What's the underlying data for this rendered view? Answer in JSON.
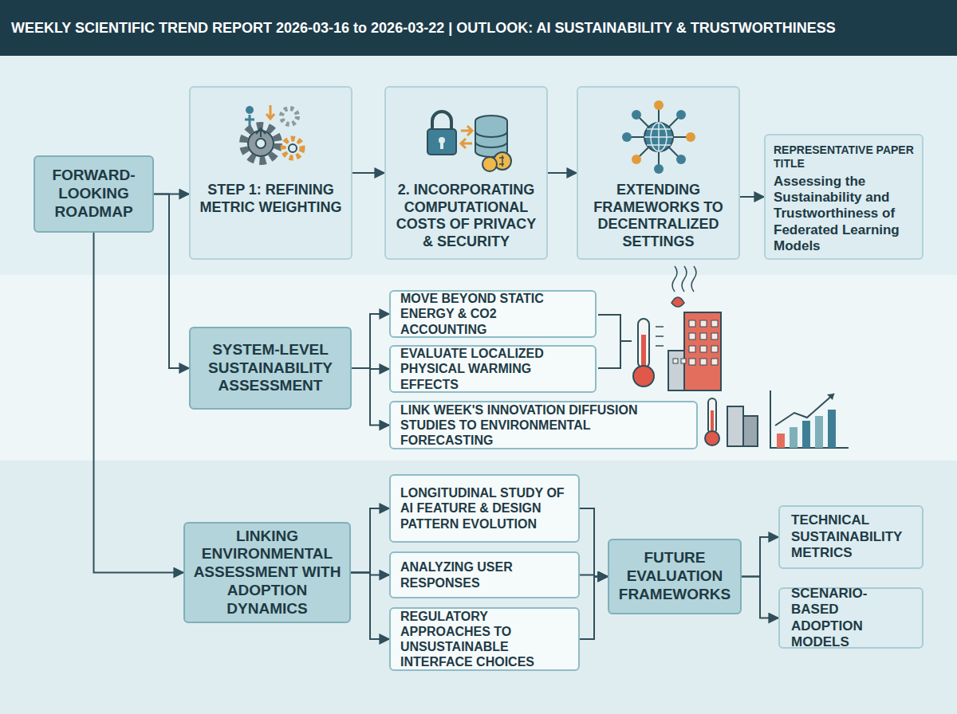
{
  "diagram": {
    "title": "WEEKLY SCIENTIFIC TREND REPORT 2026-03-16 to 2026-03-22 | OUTLOOK: AI SUSTAINABILITY & TRUSTWORTHINESS",
    "nodes": [
      {
        "text": [
          "FORWARD-LOOKING ROADMAP"
        ]
      },
      {
        "text": [
          "STEP 1: REFINING METRIC WEIGHTING"
        ]
      },
      {
        "text": [
          "2. INCORPORATING COMPUTATIONAL COSTS OF PRIVACY & SECURITY"
        ]
      },
      {
        "text": [
          "EXTENDING FRAMEWORKS TO DECENTRALIZED SETTINGS"
        ]
      },
      {
        "text": [
          "REPRESENTATIVE PAPER TITLE",
          "Assessing the Sustainability and Trustworthiness of Federated Learning Models"
        ]
      },
      {
        "text": [
          "SYSTEM-LEVEL SUSTAINABILITY ASSESSMENT"
        ]
      },
      {
        "text": [
          "MOVE BEYOND STATIC ENERGY & CO2 ACCOUNTING"
        ]
      },
      {
        "text": [
          "EVALUATE LOCALIZED PHYSICAL WARMING EFFECTS"
        ]
      },
      {
        "text": [
          "LINK WEEK'S INNOVATION DIFFUSION STUDIES TO ENVIRONMENTAL FORECASTING"
        ]
      },
      {
        "text": [
          "LINKING ENVIRONMENTAL ASSESSMENT WITH ADOPTION DYNAMICS"
        ]
      },
      {
        "text": [
          "LONGITUDINAL STUDY OF AI FEATURE & DESIGN PATTERN EVOLUTION"
        ]
      },
      {
        "text": [
          "ANALYZING USER RESPONSES"
        ]
      },
      {
        "text": [
          "REGULATORY APPROACHES TO UNSUSTAINABLE INTERFACE CHOICES"
        ]
      },
      {
        "text": [
          "FUTURE EVALUATION FRAMEWORKS"
        ]
      },
      {
        "text": [
          "TECHNICAL SUSTAINABILITY METRICS"
        ]
      },
      {
        "text": [
          "SCENARIO-BASED ADOPTION MODELS"
        ]
      }
    ],
    "edges": [
      {
        "from": 0,
        "to": 1,
        "arrow": "to"
      },
      {
        "from": 1,
        "to": 2,
        "arrow": "to"
      },
      {
        "from": 2,
        "to": 3,
        "arrow": "to"
      },
      {
        "from": 3,
        "to": 4,
        "arrow": "to"
      },
      {
        "from": 0,
        "to": 5,
        "arrow": "to"
      },
      {
        "from": 0,
        "to": 9,
        "arrow": "to"
      },
      {
        "from": 5,
        "to": 6,
        "arrow": "to"
      },
      {
        "from": 5,
        "to": 7,
        "arrow": "to"
      },
      {
        "from": 5,
        "to": 8,
        "arrow": "to"
      },
      {
        "from": 9,
        "to": 10,
        "arrow": "to"
      },
      {
        "from": 9,
        "to": 11,
        "arrow": "to"
      },
      {
        "from": 9,
        "to": 12,
        "arrow": "to"
      },
      {
        "from": 10,
        "to": 13,
        "arrow": "to"
      },
      {
        "from": 11,
        "to": 13,
        "arrow": "to"
      },
      {
        "from": 12,
        "to": 13,
        "arrow": "to"
      },
      {
        "from": 13,
        "to": 14,
        "arrow": "to"
      },
      {
        "from": 13,
        "to": 15,
        "arrow": "to"
      }
    ]
  }
}
